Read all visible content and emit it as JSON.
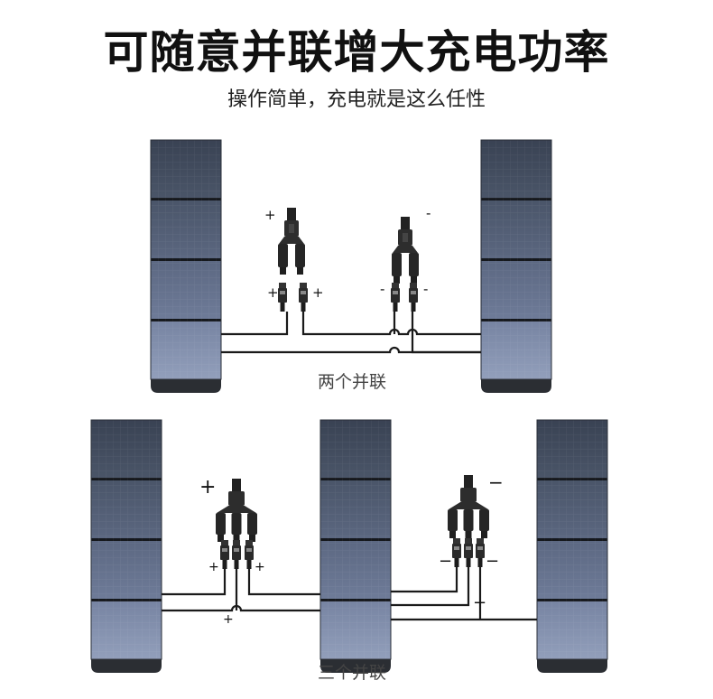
{
  "header": {
    "title": "可随意并联增大充电功率",
    "subtitle": "操作简单，充电就是这么任性"
  },
  "captions": {
    "two_parallel": "两个并联",
    "three_parallel": "三个并联"
  },
  "symbols": {
    "plus": "+",
    "minus": "-",
    "minus_long": "−"
  },
  "colors": {
    "panel_top": "#3b4556",
    "panel_bottom": "#8a97b2",
    "panel_base": "#2b2e33",
    "cable": "#1a1a1a",
    "connector": "#2a2a2a"
  }
}
